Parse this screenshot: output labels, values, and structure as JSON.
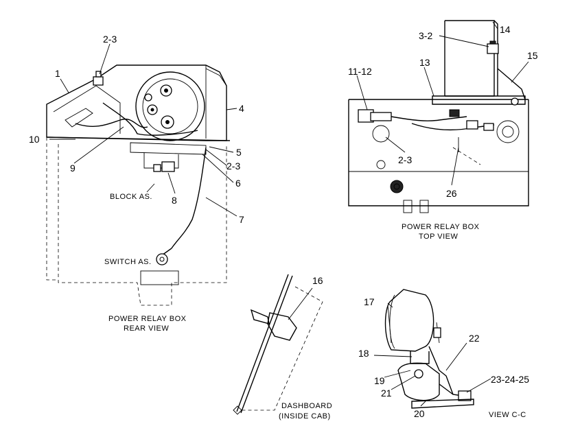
{
  "rear_view": {
    "caption_line1": "POWER RELAY BOX",
    "caption_line2": "REAR VIEW",
    "block_label": "BLOCK AS.",
    "switch_label": "SWITCH AS.",
    "callouts": [
      "2-3",
      "1",
      "4",
      "10",
      "9",
      "5",
      "2-3",
      "6",
      "8",
      "7"
    ]
  },
  "top_view": {
    "caption_line1": "POWER RELAY BOX",
    "caption_line2": "TOP VIEW",
    "callouts": [
      "14",
      "3-2",
      "15",
      "11-12",
      "13",
      "2-3",
      "26"
    ]
  },
  "dashboard": {
    "caption_line1": "DASHBOARD",
    "caption_line2": "(INSIDE CAB)",
    "callouts": [
      "16"
    ]
  },
  "view_cc": {
    "caption": "VIEW C-C",
    "callouts": [
      "17",
      "22",
      "18",
      "23-24-25",
      "19",
      "21",
      "20"
    ]
  }
}
